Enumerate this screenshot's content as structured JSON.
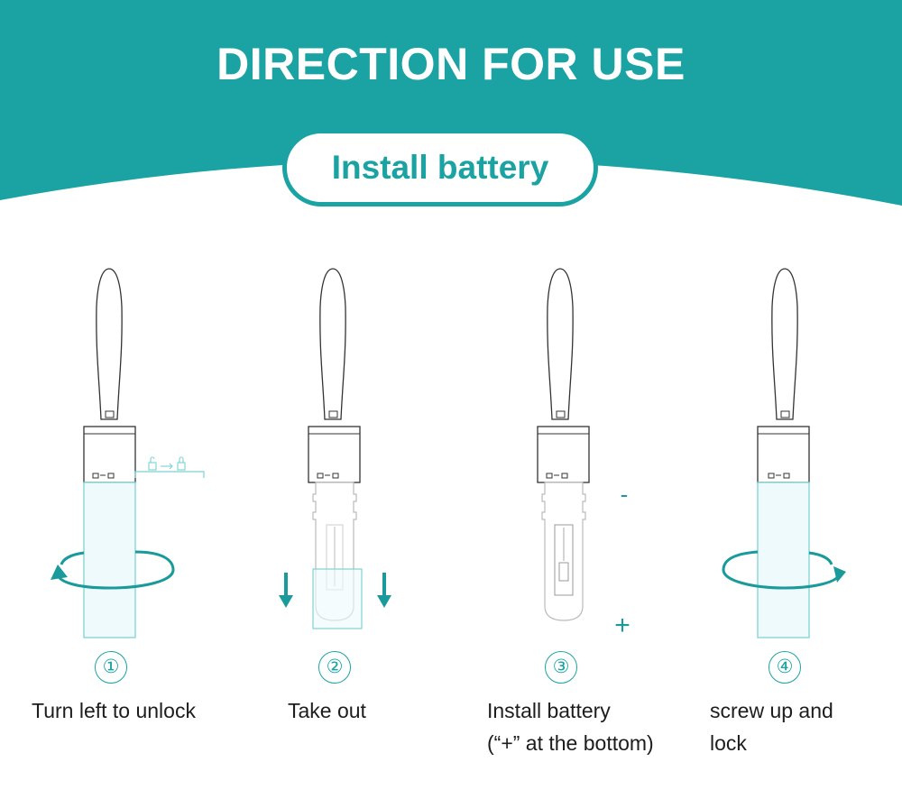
{
  "header": {
    "title": "DIRECTION FOR USE",
    "subtitle": "Install battery",
    "accent_color": "#1ba3a3"
  },
  "steps": [
    {
      "number": "①",
      "line1": "Turn left to unlock",
      "line2": ""
    },
    {
      "number": "②",
      "line1": "Take out",
      "line2": ""
    },
    {
      "number": "③",
      "line1": "Install battery",
      "line2": "(“+” at the bottom)"
    },
    {
      "number": "④",
      "line1": "screw up and",
      "line2": "lock"
    }
  ],
  "labels": {
    "minus": "-",
    "plus": "+"
  },
  "icons": [
    "unlock-lock-icon",
    "rotate-left-arrow-icon",
    "down-arrow-icon",
    "rotate-right-arrow-icon"
  ]
}
